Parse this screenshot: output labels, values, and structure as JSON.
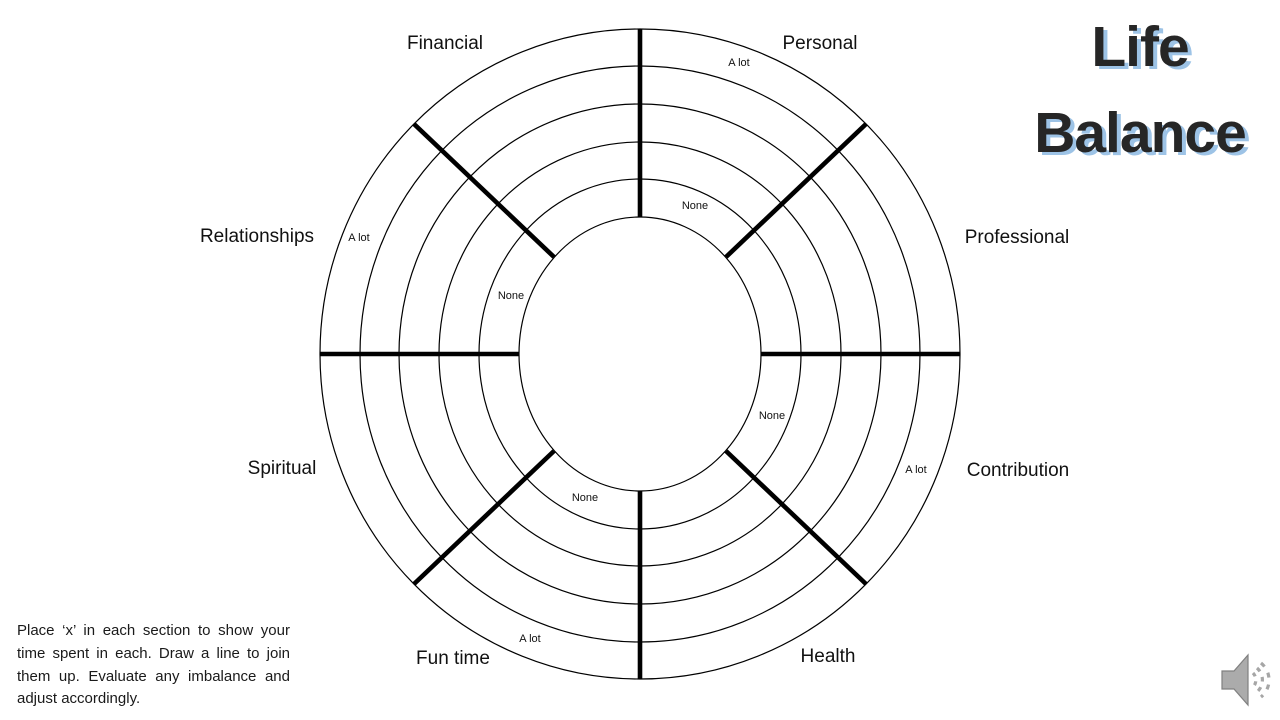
{
  "title": {
    "line1": "Life",
    "line2": "Balance"
  },
  "wheel": {
    "sectors": [
      {
        "label": "Financial"
      },
      {
        "label": "Personal"
      },
      {
        "label": "Relationships"
      },
      {
        "label": "Professional"
      },
      {
        "label": "Spiritual"
      },
      {
        "label": "Contribution"
      },
      {
        "label": "Fun time"
      },
      {
        "label": "Health"
      }
    ],
    "scale": {
      "inner": "None",
      "outer": "A lot"
    },
    "rings_count": 6,
    "spokes_count": 8
  },
  "instructions": "Place ‘x’ in each section to show your time spent in each. Draw a line to join them up. Evaluate any imbalance and adjust accordingly.",
  "audio": {
    "icon": "speaker-icon"
  },
  "colors": {
    "title_text": "#262626",
    "title_shadow": "#9DC3E6",
    "line": "#000000",
    "speaker_gray": "#ABABAB"
  }
}
